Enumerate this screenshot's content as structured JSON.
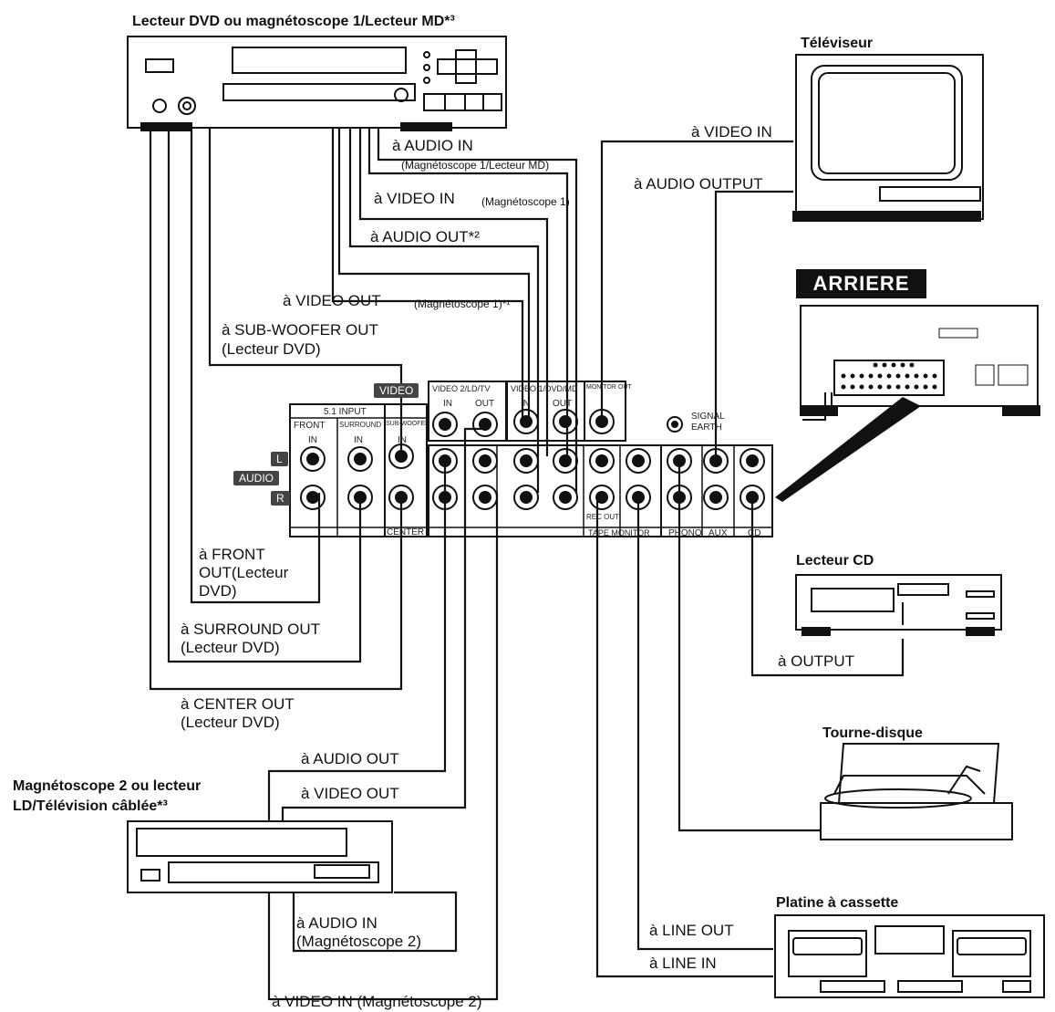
{
  "devices": {
    "dvd": "Lecteur DVD ou magnétoscope 1/Lecteur MD*³",
    "tv": "Téléviseur",
    "rear": "ARRIERE",
    "cd": "Lecteur CD",
    "turntable": "Tourne-disque",
    "vcr2_line1": "Magnétoscope 2 ou lecteur",
    "vcr2_line2": "LD/Télévision câblée*³",
    "cassette": "Platine à cassette"
  },
  "connections": {
    "audio_in_1": "à AUDIO IN",
    "audio_in_1_note": "(Magnétoscope 1/Lecteur MD)",
    "video_in_1": "à VIDEO IN",
    "video_in_1_note": "(Magnétoscope 1)",
    "audio_out_2": "à AUDIO OUT*²",
    "video_out_1": "à VIDEO OUT",
    "video_out_1_note": "(Magnétoscope 1)*¹",
    "sub_woofer": "à SUB-WOOFER OUT",
    "sub_woofer_note": "(Lecteur DVD)",
    "tv_video_in": "à VIDEO IN",
    "tv_audio_output": "à  AUDIO OUTPUT",
    "front_out_1": "à FRONT",
    "front_out_2": "OUT(Lecteur",
    "front_out_3": "DVD)",
    "surround_out": "à SURROUND OUT",
    "surround_note": "(Lecteur DVD)",
    "center_out": "à CENTER OUT",
    "center_note": "(Lecteur DVD)",
    "audio_out": "à AUDIO OUT",
    "video_out": "à VIDEO OUT",
    "audio_in_2": "à AUDIO IN",
    "audio_in_2_note": "(Magnétoscope 2)",
    "video_in_2": "à VIDEO IN (Magnétoscope 2)",
    "cd_output": "à OUTPUT",
    "line_out": "à LINE OUT",
    "line_in": "à LINE IN"
  },
  "panel": {
    "input_51": "5.1 INPUT",
    "front": "FRONT",
    "surround": "SURROUND",
    "subwoofer": "SUB-WOOFER",
    "in": "IN",
    "out": "OUT",
    "center": "CENTER",
    "video_tag": "VIDEO",
    "audio_tag": "AUDIO",
    "l_tag": "L",
    "r_tag": "R",
    "vid2": "VIDEO 2/LD/TV",
    "vid1": "VIDEO 1/DVD/MD",
    "monitor": "MONITOR OUT",
    "tape_mon": "TAPE MONITOR",
    "rec_out": "REC OUT",
    "phono": "PHONO",
    "aux": "AUX",
    "cd": "CD",
    "signal": "SIGNAL",
    "earth": "EARTH"
  }
}
